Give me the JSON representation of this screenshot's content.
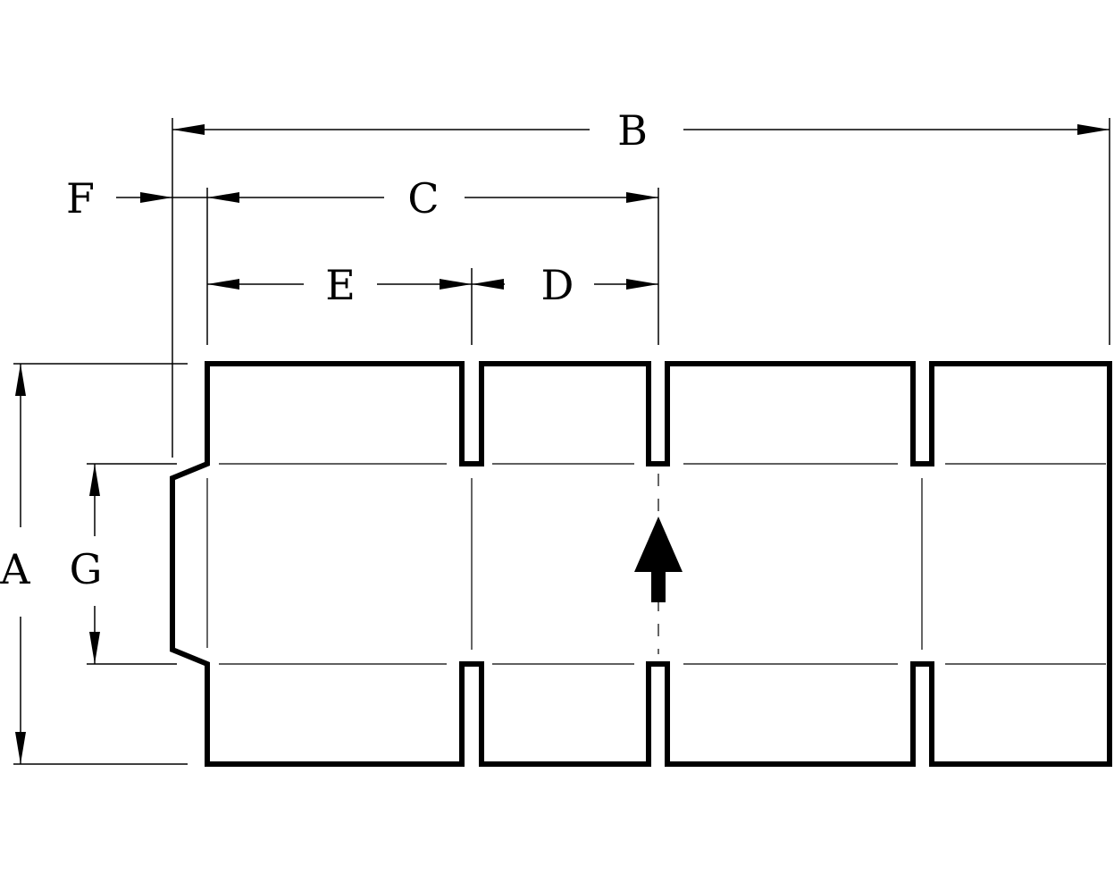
{
  "labels": {
    "a": "A",
    "b": "B",
    "c": "C",
    "d": "D",
    "e": "E",
    "f": "F",
    "g": "G"
  },
  "colors": {
    "line": "#000000",
    "background": "#ffffff"
  },
  "icons": {
    "direction": "up-arrow-icon"
  }
}
